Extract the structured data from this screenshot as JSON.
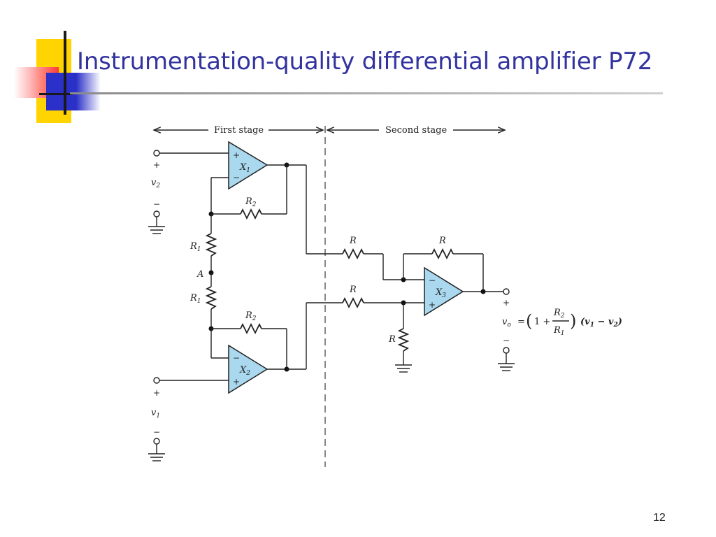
{
  "slide": {
    "title": "Instrumentation-quality differential amplifier P72",
    "page_number": "12"
  },
  "diagram": {
    "stage_labels": {
      "first": "First stage",
      "second": "Second stage"
    },
    "opamps": {
      "x1": "X",
      "x1_sub": "1",
      "x2": "X",
      "x2_sub": "2",
      "x3": "X",
      "x3_sub": "3"
    },
    "resistors": {
      "r": "R",
      "r1": "R",
      "r1_sub": "1",
      "r2": "R",
      "r2_sub": "2"
    },
    "node_a": "A",
    "inputs": {
      "v2": "v",
      "v2_sub": "2",
      "v1": "v",
      "v1_sub": "1"
    },
    "output": {
      "vo": "v",
      "vo_sub": "o",
      "eq": "=",
      "paren_open": "(",
      "one_plus": "1 +",
      "frac_num": "R",
      "frac_num_sub": "2",
      "frac_den": "R",
      "frac_den_sub": "1",
      "paren_close": ")",
      "diff": "(v",
      "diff_sub1": "1",
      "minus": " − v",
      "diff_sub2": "2",
      "diff_close": ")"
    },
    "symbols": {
      "plus": "+",
      "minus": "−"
    }
  }
}
